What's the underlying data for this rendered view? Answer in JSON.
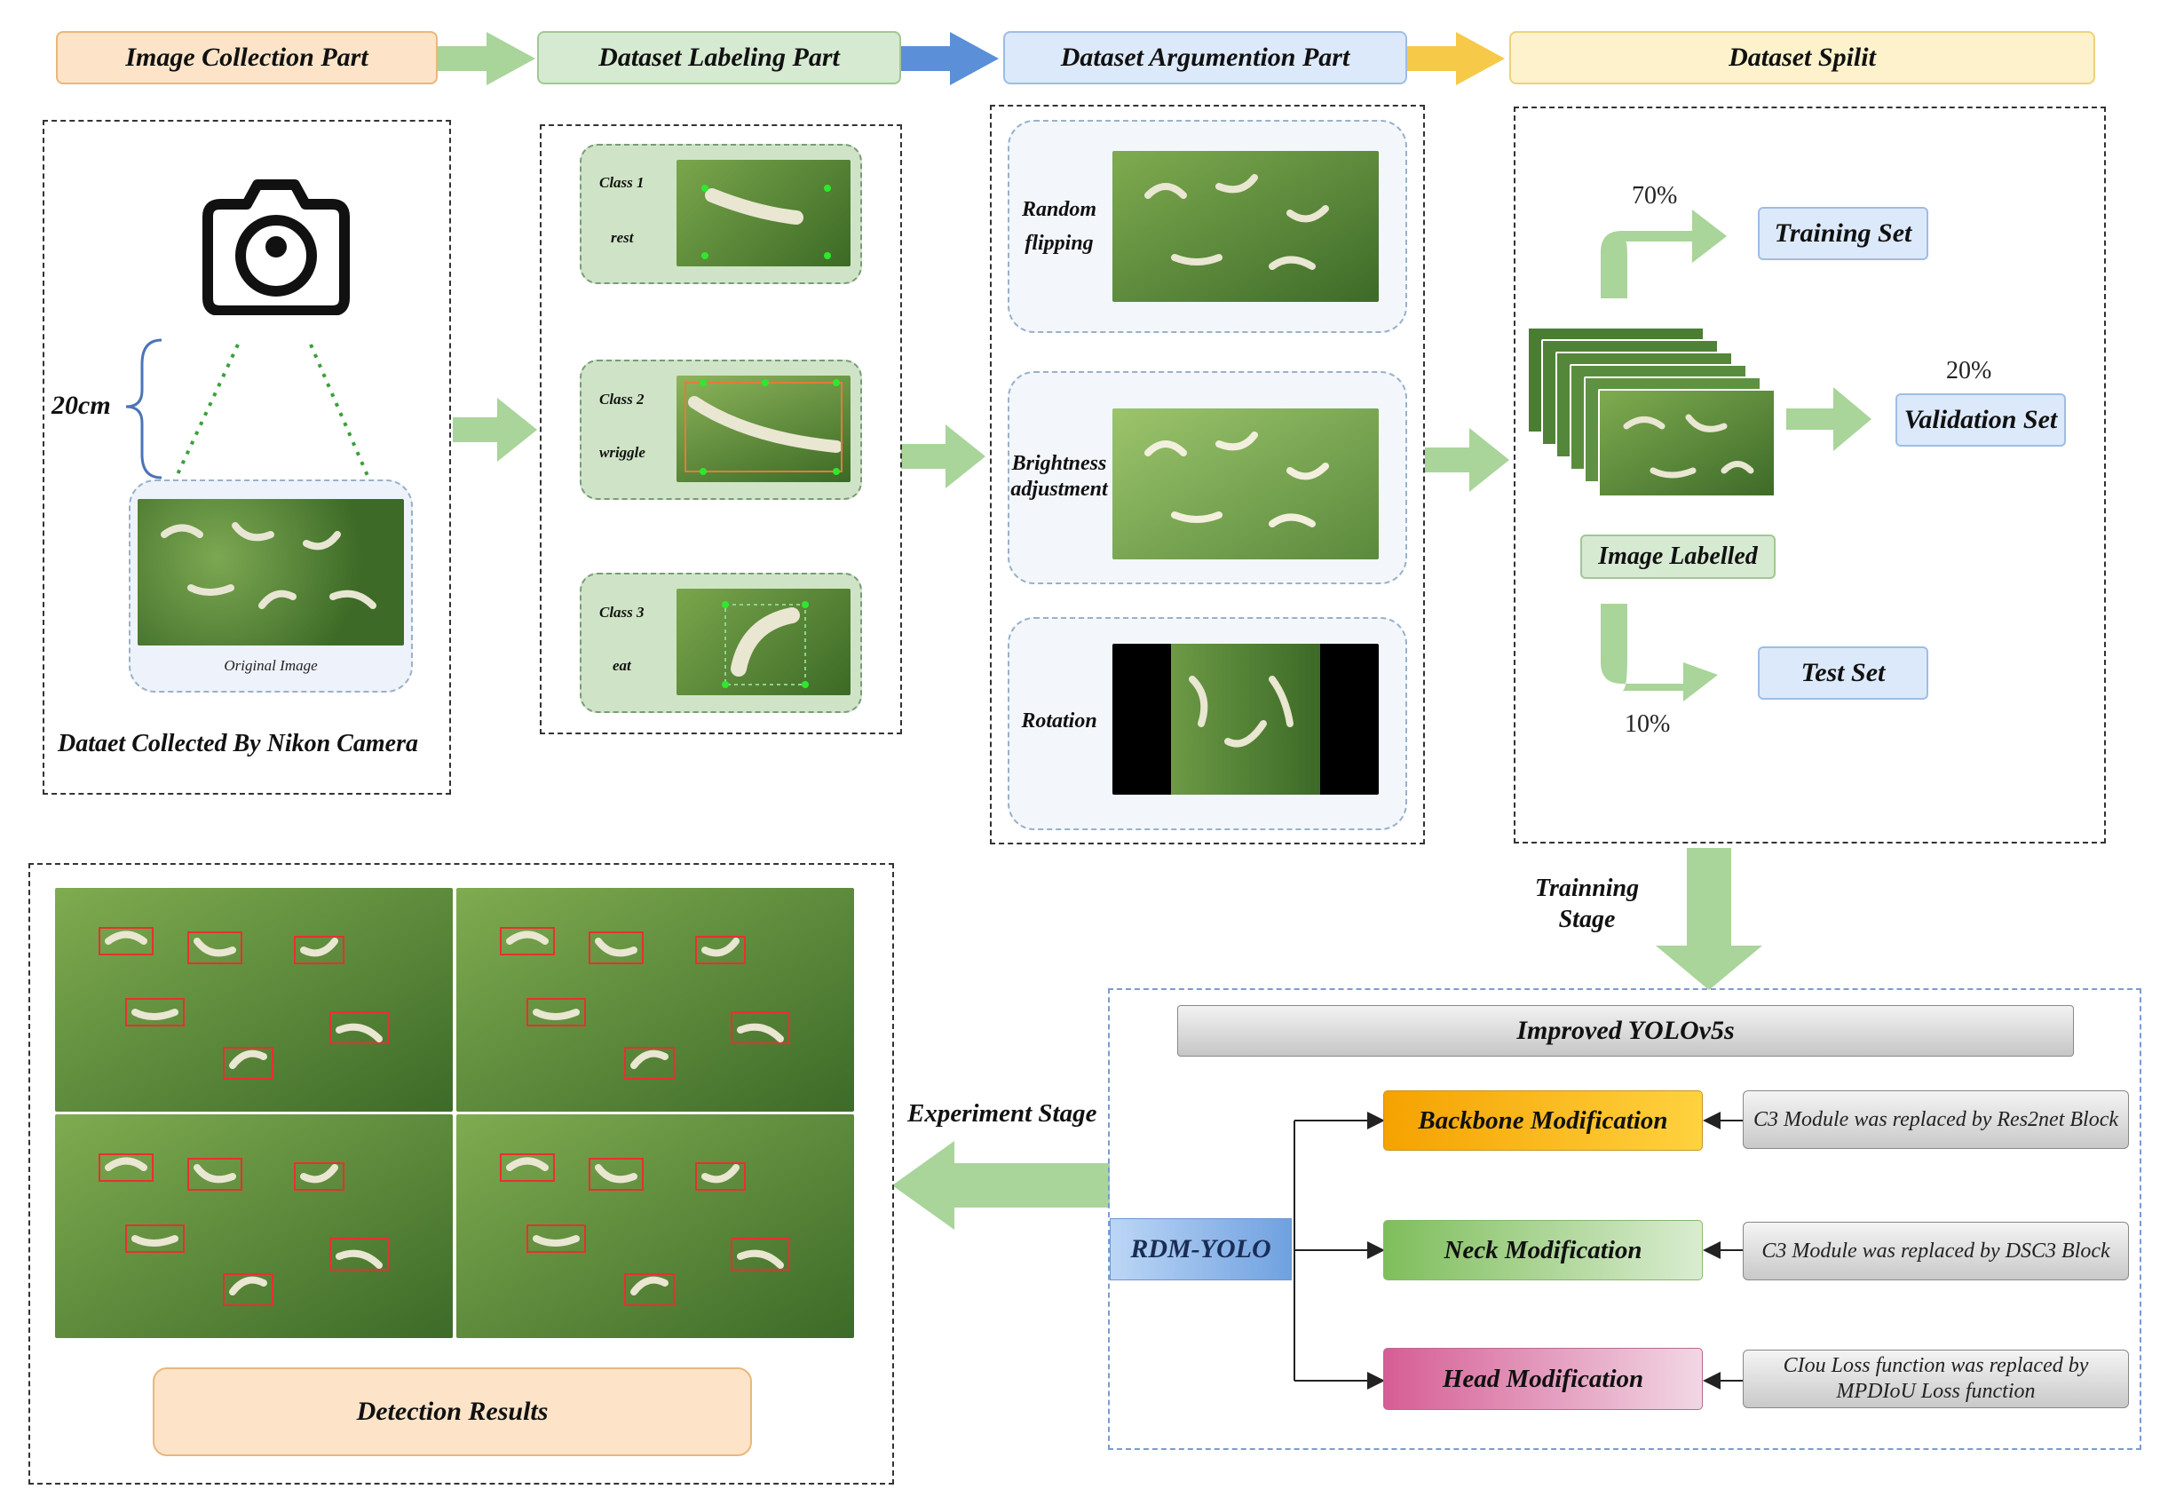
{
  "stages": {
    "s1": "Image Collection Part",
    "s2": "Dataset Labeling Part",
    "s3": "Dataset Argumention Part",
    "s4": "Dataset Spilit"
  },
  "collection": {
    "distance": "20cm",
    "original_caption": "Original Image",
    "caption": "Dataet Collected By Nikon Camera"
  },
  "labeling": {
    "classes": [
      {
        "name": "Class 1",
        "label": "rest"
      },
      {
        "name": "Class 2",
        "label": "wriggle"
      },
      {
        "name": "Class 3",
        "label": "eat"
      }
    ]
  },
  "augmentation": {
    "items": [
      "Random flipping",
      "Brightness adjustment",
      "Rotation"
    ]
  },
  "split": {
    "train_pct": "70%",
    "train": "Training Set",
    "val_pct": "20%",
    "val": "Validation Set",
    "test_pct": "10%",
    "test": "Test Set",
    "labelled": "Image Labelled"
  },
  "stage_labels": {
    "training": "Trainning Stage",
    "experiment": "Experiment Stage"
  },
  "model": {
    "title": "Improved YOLOv5s",
    "name": "RDM-YOLO",
    "mods": [
      {
        "name": "Backbone Modification",
        "desc": "C3 Module was replaced by Res2net Block"
      },
      {
        "name": "Neck Modification",
        "desc": "C3 Module was replaced by DSC3 Block"
      },
      {
        "name": "Head Modification",
        "desc": "CIou Loss function was replaced by MPDIoU Loss function"
      }
    ]
  },
  "results": {
    "label": "Detection Results"
  },
  "colors": {
    "s1": "#fde4c8",
    "s2": "#d6ead2",
    "s3": "#dce9fa",
    "s4": "#fdf2cc",
    "leaf": "#5a8a3a",
    "arrow_green": "#a9d49a",
    "arrow_blue": "#5b8fd8",
    "arrow_yellow": "#f7c948",
    "backbone": "#f5a800",
    "neck": "#8cc56b",
    "head": "#d4669a"
  }
}
